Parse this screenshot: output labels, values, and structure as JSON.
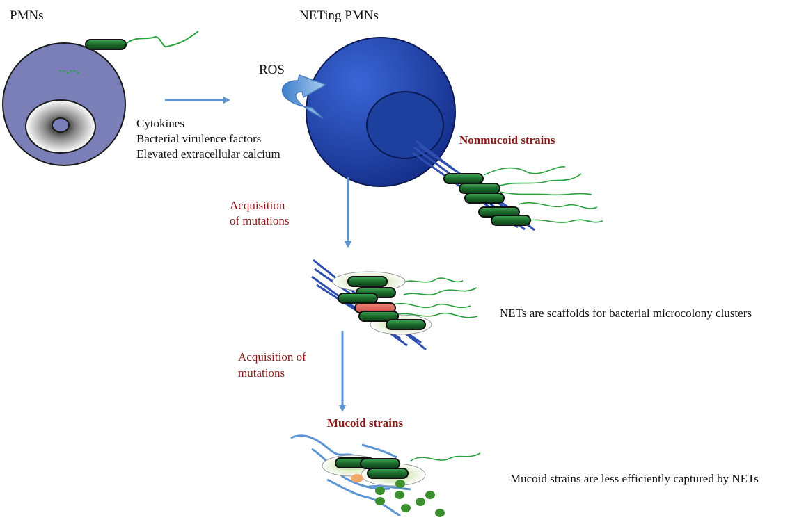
{
  "labels": {
    "pmns": "PMNs",
    "neting_pmns": "NETing PMNs",
    "ros": "ROS",
    "stimuli": [
      "Cytokines",
      "Bacterial virulence factors",
      "Elevated extracellular calcium"
    ],
    "nonmucoid": "Nonmucoid strains",
    "acquisition_1": [
      "Acquisition",
      "of mutations"
    ],
    "acquisition_2": [
      "Acquisition of",
      "mutations"
    ],
    "scaffold_note": "NETs are scaffolds for bacterial microcolony clusters",
    "mucoid": "Mucoid strains",
    "mucoid_note": "Mucoid strains are less efficiently captured by NETs"
  },
  "colors": {
    "pmn_cell": "#7a7fb8",
    "neting_cell": "#1e3fa8",
    "net_fiber": "#2f4fb0",
    "bacterium": "#1f7a33",
    "flagellum": "#2aa33e",
    "arrow": "#5d95d4",
    "mutant_bacterium": "#d96a5e",
    "alginate_dot": "#3b8f2f",
    "accent_text": "#8b1a1a"
  }
}
